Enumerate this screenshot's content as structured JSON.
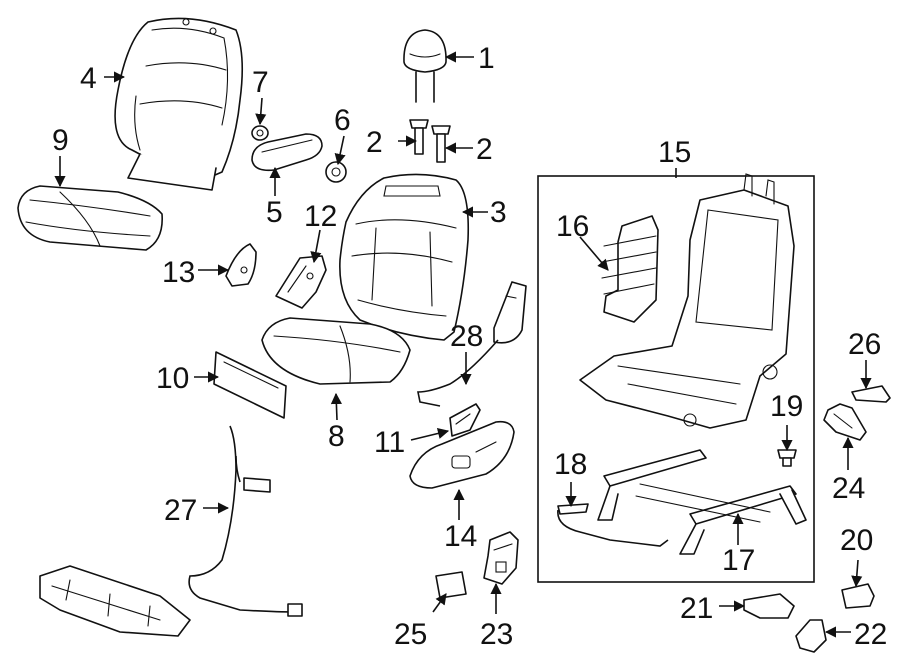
{
  "diagram": {
    "callouts": [
      "1",
      "2",
      "2",
      "3",
      "4",
      "5",
      "6",
      "7",
      "8",
      "9",
      "10",
      "11",
      "12",
      "13",
      "14",
      "15",
      "16",
      "17",
      "18",
      "19",
      "20",
      "21",
      "22",
      "23",
      "24",
      "25",
      "26",
      "27",
      "28"
    ],
    "colors": {
      "line": "#111111",
      "background": "#ffffff"
    }
  }
}
